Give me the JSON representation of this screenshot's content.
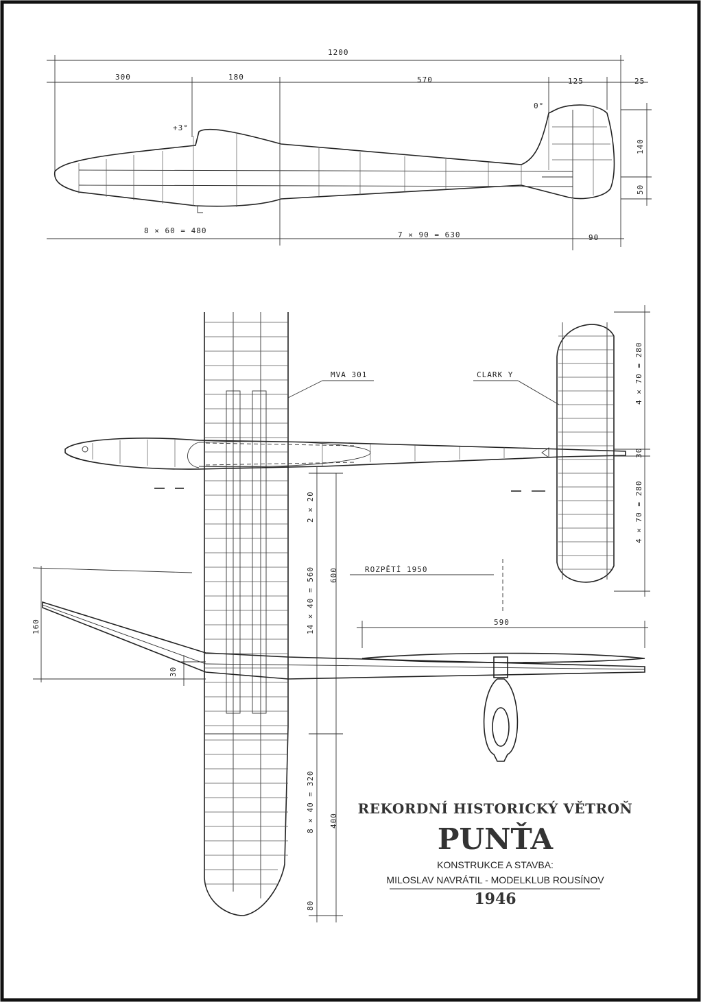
{
  "side_view": {
    "dims_top": [
      "1200",
      "300",
      "180",
      "570",
      "125",
      "25"
    ],
    "angle_wing": "+3°",
    "angle_tail": "0°",
    "dims_right": [
      "140",
      "50"
    ],
    "dims_bottom": [
      "8 × 60 = 480",
      "7 × 90 = 630",
      "90"
    ]
  },
  "plan_view": {
    "airfoil_wing": "MVA 301",
    "airfoil_tail": "CLARK Y",
    "stab_dims": [
      "4 × 70 = 280",
      "30",
      "4 × 70 = 280"
    ],
    "wing_dims": [
      "2 × 20",
      "600",
      "14 × 40 = 560",
      "8 × 40 = 320",
      "400",
      "80"
    ],
    "span_label": "ROZPĚTÍ  1950",
    "dihedral_dims": [
      "160",
      "30"
    ],
    "front_dim": "590"
  },
  "title_block": {
    "line1": "REKORDNÍ HISTORICKÝ VĚTROŇ",
    "line2": "PUNŤA",
    "line3": "KONSTRUKCE A STAVBA:",
    "line4": "MILOSLAV NAVRÁTIL - MODELKLUB ROUSÍNOV",
    "line5": "1946"
  }
}
